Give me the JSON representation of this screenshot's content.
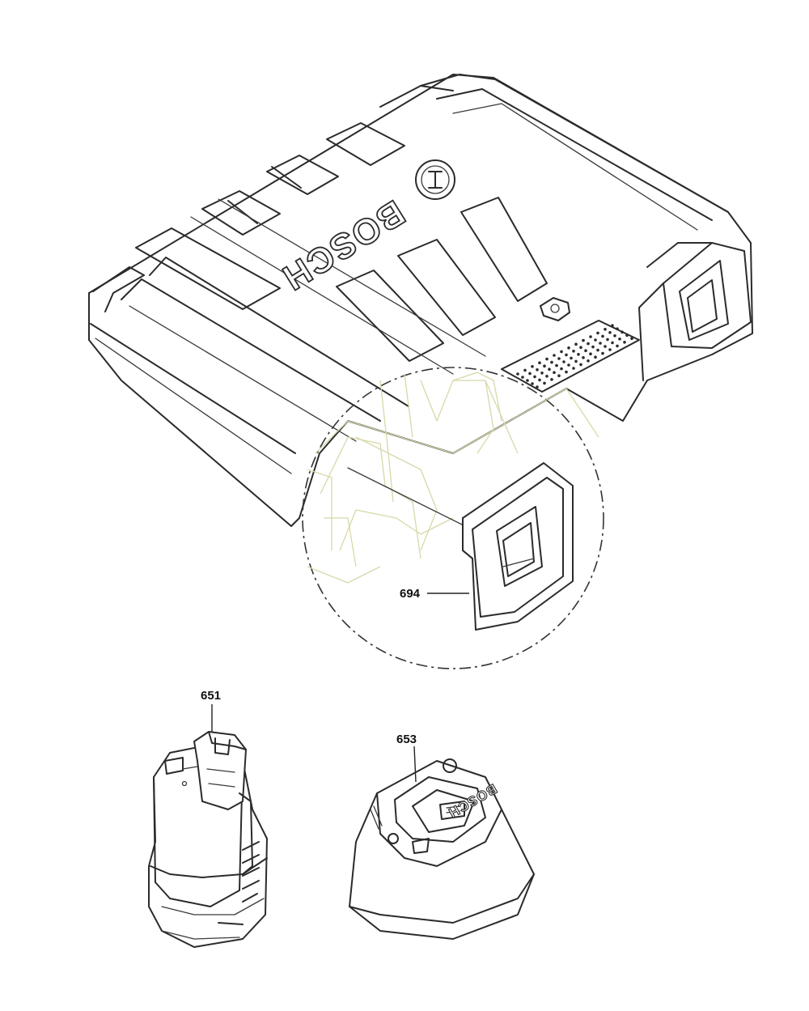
{
  "diagram": {
    "brand_mark": "BOSCH",
    "parts": [
      {
        "number": "694"
      },
      {
        "number": "651"
      },
      {
        "number": "653"
      }
    ]
  }
}
